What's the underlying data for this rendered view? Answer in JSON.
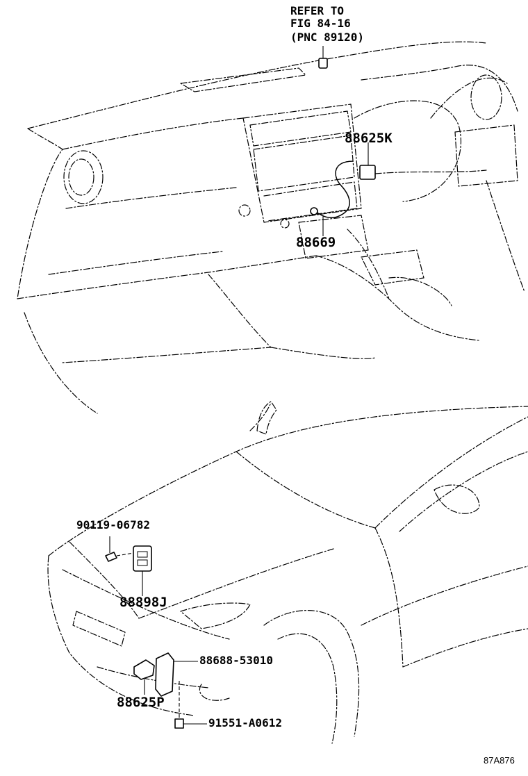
{
  "labels": {
    "refer_line1": "REFER TO",
    "refer_line2": "FIG 84-16",
    "refer_line3": "(PNC 89120)",
    "p88625K": "88625K",
    "p88669": "88669",
    "p90119": "90119-06782",
    "p88898J": "88898J",
    "p88688": "88688-53010",
    "p88625P": "88625P",
    "p91551": "91551-A0612",
    "fig_code": "87A876"
  },
  "colors": {
    "line": "#000000",
    "background": "#ffffff"
  }
}
